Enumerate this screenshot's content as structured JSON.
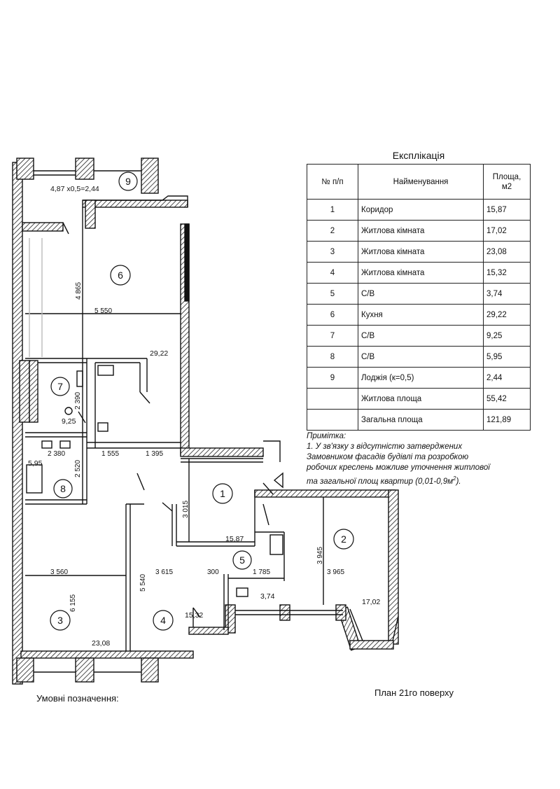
{
  "explication": {
    "title": "Експлікація",
    "headers": {
      "num": "№ п/п",
      "name": "Найменування",
      "area_line1": "Площа,",
      "area_line2": "м2"
    },
    "rows": [
      {
        "num": "1",
        "name": "Коридор",
        "area": "15,87"
      },
      {
        "num": "2",
        "name": "Житлова кімната",
        "area": "17,02"
      },
      {
        "num": "3",
        "name": "Житлова кімната",
        "area": "23,08"
      },
      {
        "num": "4",
        "name": "Житлова кімната",
        "area": "15,32"
      },
      {
        "num": "5",
        "name": "С/В",
        "area": "3,74"
      },
      {
        "num": "6",
        "name": "Кухня",
        "area": "29,22"
      },
      {
        "num": "7",
        "name": "С/В",
        "area": "9,25"
      },
      {
        "num": "8",
        "name": "С/В",
        "area": "5,95"
      },
      {
        "num": "9",
        "name": "Лоджія  (к=0,5)",
        "area": "2,44"
      },
      {
        "num": "",
        "name": "Житлова площа",
        "area": "55,42"
      },
      {
        "num": "",
        "name": "Загальна площа",
        "area": "121,89"
      }
    ]
  },
  "note": {
    "heading": "Примітка:",
    "line1": "1. У зв'язку з відсутністю затверджених",
    "line2": "Замовником фасадів будівлі та розробкою",
    "line3": "робочих креслень можливе уточнення житлової",
    "line4": "та загальної площ квартир (0,01-0,9м",
    "line4_sup": "2",
    "line4_end": ")."
  },
  "plan": {
    "title": "План 21го поверху",
    "legend": "Умовні позначення:",
    "rooms": {
      "r1": "1",
      "r2": "2",
      "r3": "3",
      "r4": "4",
      "r5": "5",
      "r6": "6",
      "r7": "7",
      "r8": "8",
      "r9": "9"
    },
    "areas": {
      "a1": "15,87",
      "a2": "17,02",
      "a3": "23,08",
      "a4": "15,32",
      "a5": "3,74",
      "a6": "29,22",
      "a7": "9,25",
      "a8": "5,95",
      "a9": "4,87 x0,5=2,44"
    },
    "dims": {
      "d_k_v": "4 865",
      "d_k_h": "5 550",
      "d_7_v": "2 390",
      "d_8_v": "2 520",
      "d_2380": "2 380",
      "d_1555": "1 555",
      "d_1395": "1 395",
      "d_1_v": "3 015",
      "d_3560": "3 560",
      "d_3615": "3 615",
      "d_300": "300",
      "d_1785": "1 785",
      "d_3965": "3 965",
      "d_3_v": "6 155",
      "d_4_v": "5 540",
      "d_2_v": "3 945"
    }
  }
}
